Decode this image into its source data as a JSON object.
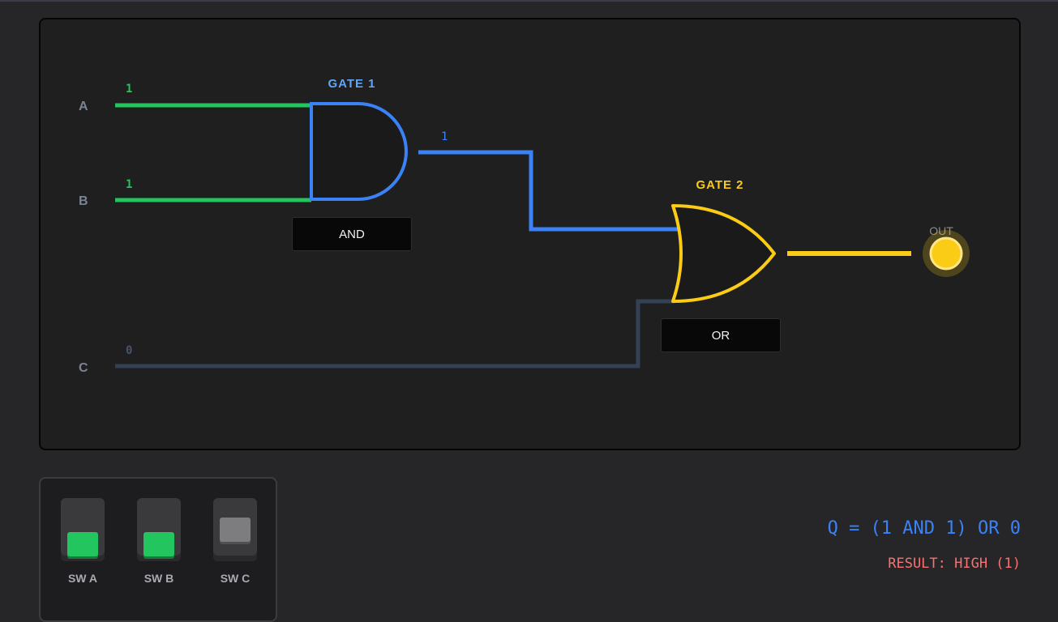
{
  "circuit": {
    "inputs": [
      {
        "id": "A",
        "label": "A",
        "value": "1"
      },
      {
        "id": "B",
        "label": "B",
        "value": "1"
      },
      {
        "id": "C",
        "label": "C",
        "value": "0"
      }
    ],
    "gate1": {
      "title": "GATE 1",
      "type_label": "AND",
      "output_value": "1"
    },
    "gate2": {
      "title": "GATE 2",
      "type_label": "OR"
    },
    "output": {
      "label": "OUT",
      "state": "high"
    }
  },
  "switches": [
    {
      "label": "SW A",
      "state": "on"
    },
    {
      "label": "SW B",
      "state": "on"
    },
    {
      "label": "SW C",
      "state": "off"
    }
  ],
  "expression": "Q = (1 AND 1) OR 0",
  "result": "RESULT: HIGH (1)",
  "colors": {
    "high_wire": "#22c55e",
    "low_wire": "#334155",
    "gate1": "#3b82f6",
    "gate2": "#facc15",
    "result_text": "#f87171"
  }
}
